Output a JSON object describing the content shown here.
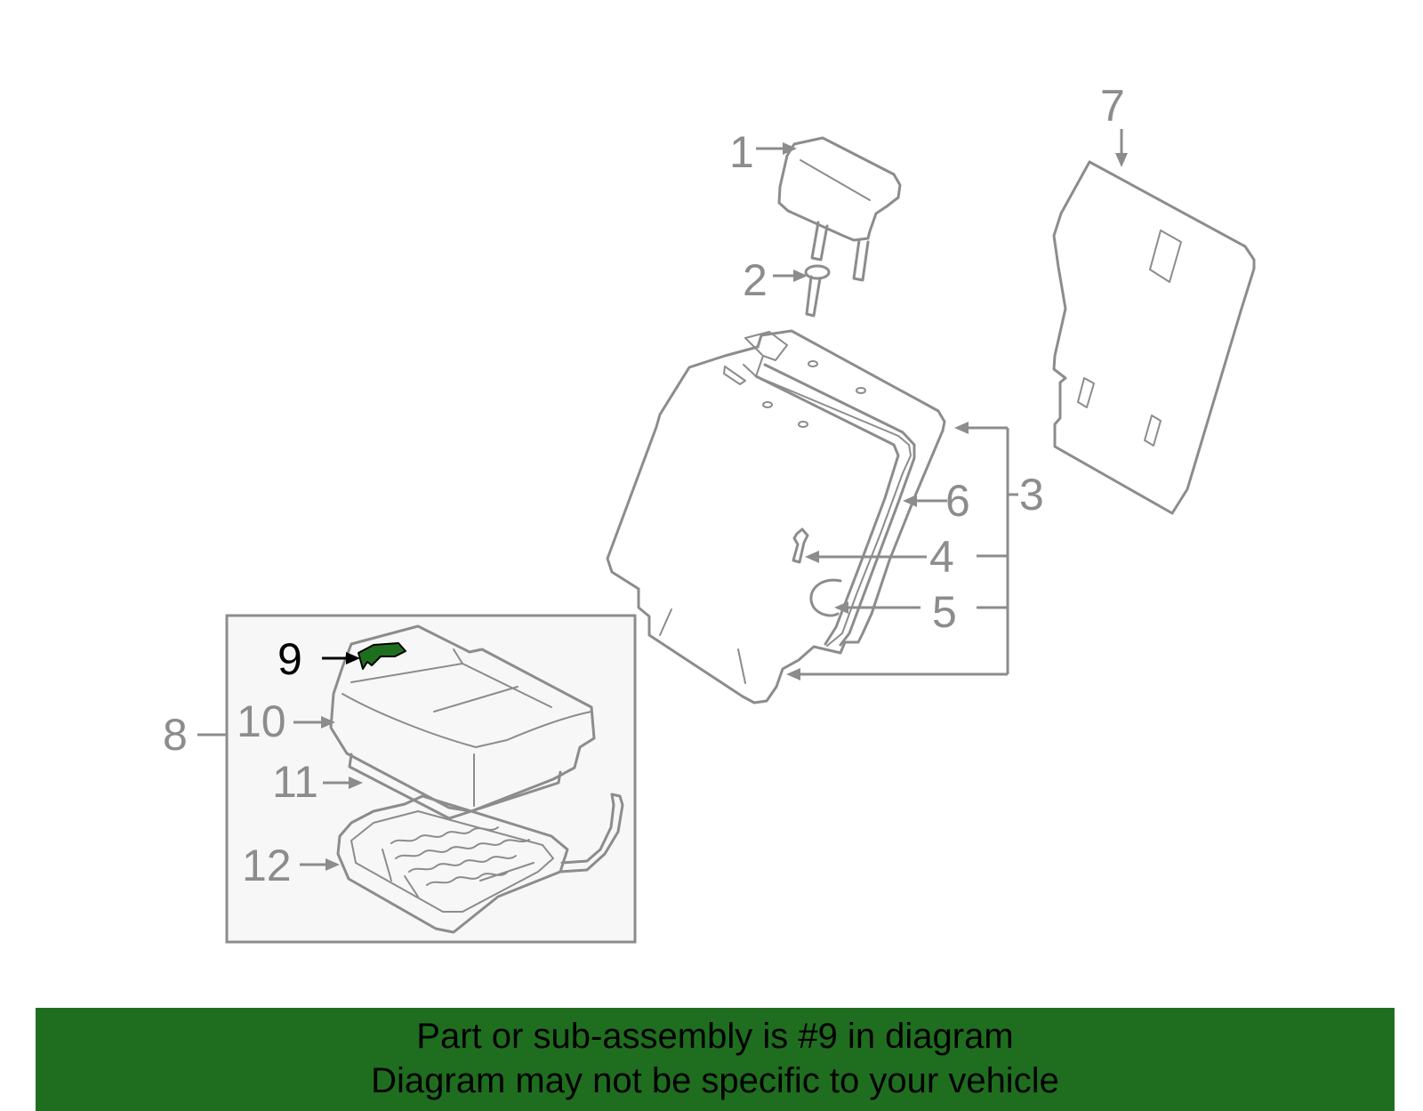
{
  "callouts": {
    "c1": "1",
    "c2": "2",
    "c3": "3",
    "c4": "4",
    "c5": "5",
    "c6": "6",
    "c7": "7",
    "c8": "8",
    "c9": "9",
    "c10": "10",
    "c11": "11",
    "c12": "12"
  },
  "highlighted_part": "9",
  "colors": {
    "line": "#8c8c8c",
    "highlight": "#1f6e1f",
    "banner": "#1f6e1f",
    "box_fill": "#f7f7f7"
  },
  "banner": {
    "line1": "Part or sub-assembly is #9 in diagram",
    "line2": "Diagram may not be specific to your vehicle"
  }
}
